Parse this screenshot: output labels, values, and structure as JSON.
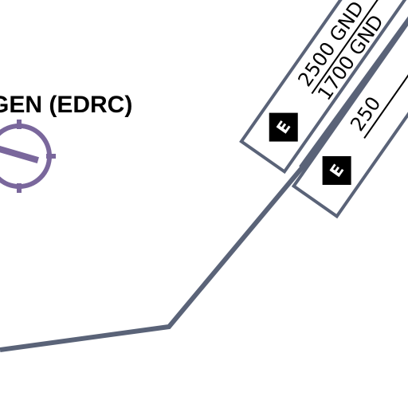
{
  "airport": {
    "label": "GEN (EDRC)"
  },
  "airspace_boxes": [
    {
      "upper_limit": "2500 GND",
      "lower_limit": "1700 GND",
      "class": "E"
    },
    {
      "upper_limit": "250",
      "class": "E"
    }
  ],
  "colors": {
    "route_line": "#5a6378",
    "airport_symbol": "#7a679c",
    "box_border": "#5a6378",
    "text": "#000000",
    "badge": "#000000"
  }
}
